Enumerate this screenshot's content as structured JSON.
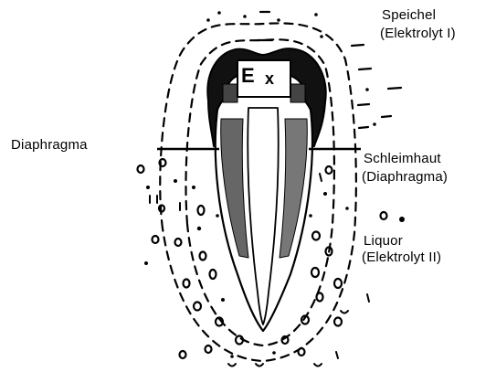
{
  "labels": {
    "speichel": "Speichel",
    "elektrolyt_1": "(Elektrolyt I)",
    "diaphragma": "Diaphragma",
    "schleimhaut": "Schleimhaut",
    "schleimhaut_diaphragma": "(Diaphragma)",
    "liquor": "Liquor",
    "elektrolyt_2": "(Elektrolyt II)"
  },
  "markers": {
    "e": "E",
    "x": "x"
  }
}
